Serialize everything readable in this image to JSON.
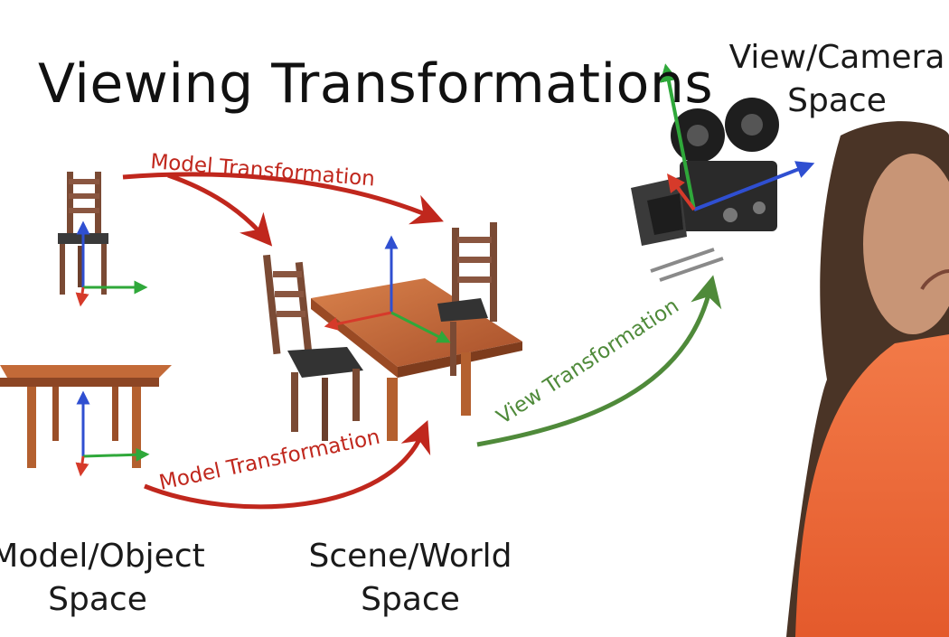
{
  "slide": {
    "title": "Viewing Transformations",
    "spaces": {
      "model": {
        "line1": "Model/Object",
        "line2": "Space"
      },
      "world": {
        "line1": "Scene/World",
        "line2": "Space"
      },
      "view": {
        "line1": "View/Camera",
        "line2": "Space"
      }
    },
    "arrows": {
      "model_top": "Model Transformation",
      "model_bottom": "Model Transformation",
      "view": "View Transformation"
    }
  },
  "colors": {
    "model_arrow": "#c0271d",
    "view_arrow": "#4f8a3a",
    "axis_x": "#d63a2a",
    "axis_y": "#2fa83a",
    "axis_z": "#2f4fd1",
    "wood": "#b0592e",
    "presenter_shirt": "#ee6e3c"
  },
  "icons": [
    "chair",
    "table",
    "movie-camera",
    "presenter"
  ]
}
